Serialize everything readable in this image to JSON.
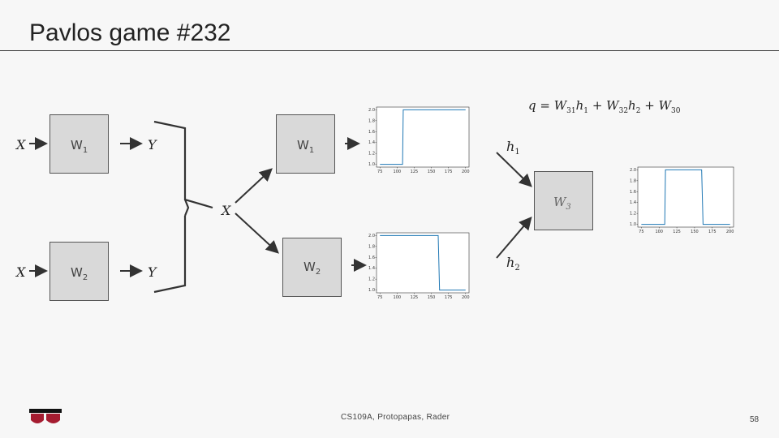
{
  "slide": {
    "title": "Pavlos game #232",
    "footer": "CS109A, Protopapas, Rader",
    "page_number": "58"
  },
  "boxes": {
    "w1_left": "W",
    "w1_left_sub": "1",
    "w2_left": "W",
    "w2_left_sub": "2",
    "w1_mid": "W",
    "w1_mid_sub": "1",
    "w2_mid": "W",
    "w2_mid_sub": "2",
    "w3": "W",
    "w3_sub": "3"
  },
  "symbols": {
    "x_top": "X",
    "y_top": "Y",
    "x_bottom": "X",
    "y_bottom": "Y",
    "x_merge": "X",
    "h1": "h",
    "h1_sub": "1",
    "h2": "h",
    "h2_sub": "2"
  },
  "equation": {
    "lhs": "q",
    "eq": "=",
    "t1": "W",
    "t1_sub": "31",
    "t1_h": "h",
    "t1_h_sub": "1",
    "plus1": "+",
    "t2": "W",
    "t2_sub": "32",
    "t2_h": "h",
    "t2_h_sub": "2",
    "plus2": "+",
    "t3": "W",
    "t3_sub": "30"
  },
  "colors": {
    "line": "#1f77b4",
    "box_fill": "#d9d9d9",
    "arrow": "#333333"
  },
  "chart_data": [
    {
      "type": "line",
      "name_hint": "h1 step up",
      "x": [
        75,
        108,
        109,
        200
      ],
      "y": [
        1.0,
        1.0,
        2.0,
        2.0
      ],
      "xticks": [
        "75",
        "100",
        "125",
        "150",
        "175",
        "200"
      ],
      "yticks": [
        "1.0",
        "1.2",
        "1.4",
        "1.6",
        "1.8",
        "2.0"
      ],
      "xlim": [
        70,
        205
      ],
      "ylim": [
        0.95,
        2.05
      ]
    },
    {
      "type": "line",
      "name_hint": "h2 step down",
      "x": [
        75,
        160,
        162,
        200
      ],
      "y": [
        2.0,
        2.0,
        1.0,
        1.0
      ],
      "xticks": [
        "75",
        "100",
        "125",
        "150",
        "175",
        "200"
      ],
      "yticks": [
        "1.0",
        "1.2",
        "1.4",
        "1.6",
        "1.8",
        "2.0"
      ],
      "xlim": [
        70,
        205
      ],
      "ylim": [
        0.95,
        2.05
      ]
    },
    {
      "type": "line",
      "name_hint": "q pulse",
      "x": [
        75,
        108,
        109,
        160,
        162,
        200
      ],
      "y": [
        1.0,
        1.0,
        2.0,
        2.0,
        1.0,
        1.0
      ],
      "xticks": [
        "75",
        "100",
        "125",
        "150",
        "175",
        "200"
      ],
      "yticks": [
        "1.0",
        "1.2",
        "1.4",
        "1.6",
        "1.8",
        "2.0"
      ],
      "xlim": [
        70,
        205
      ],
      "ylim": [
        0.95,
        2.05
      ]
    }
  ]
}
